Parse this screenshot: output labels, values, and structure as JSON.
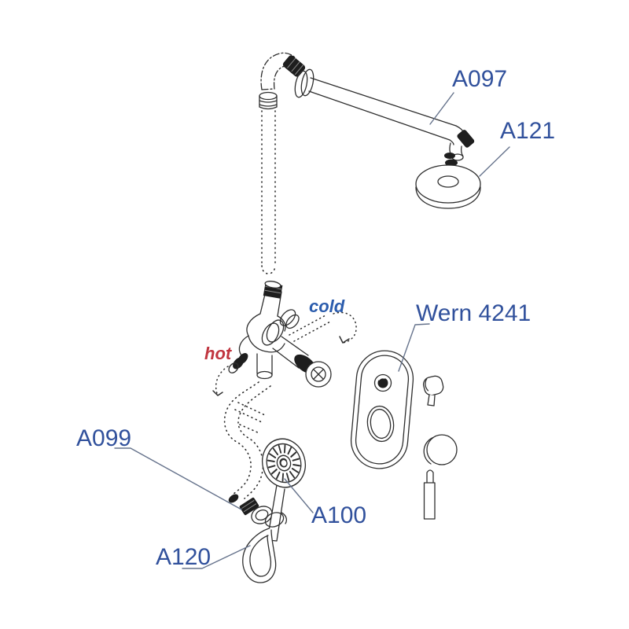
{
  "diagram": {
    "type": "exploded-parts-diagram",
    "labels": {
      "a097": "A097",
      "a121": "A121",
      "wern": "Wern 4241",
      "a099": "A099",
      "a100": "A100",
      "a120": "A120",
      "cold": "cold",
      "hot": "hot"
    },
    "colors": {
      "label_blue": "#31519c",
      "cold_blue": "#2b5cad",
      "hot_red": "#c0353f",
      "line_art": "#2e2e2e",
      "leader_line": "#66738c",
      "background": "#ffffff"
    }
  }
}
